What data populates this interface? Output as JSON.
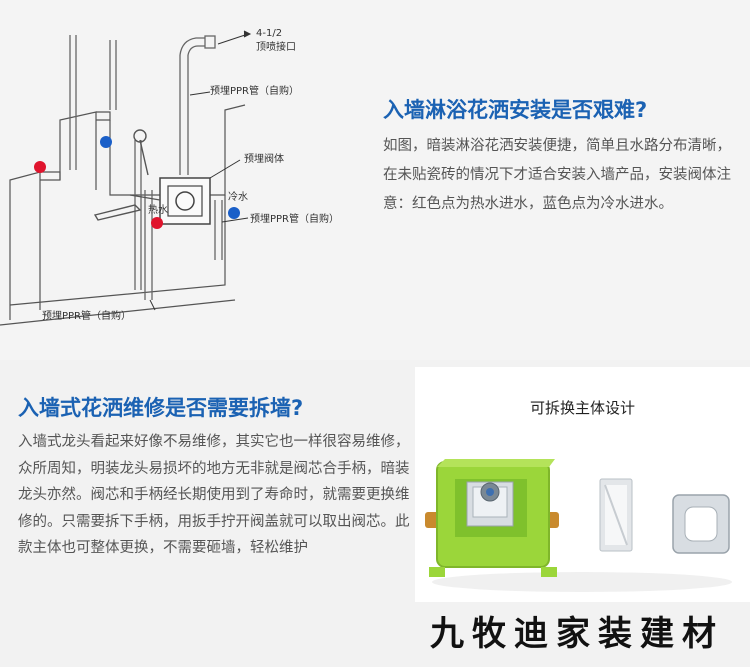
{
  "diagram": {
    "labels": {
      "top_port_size": "4-1/2",
      "top_port": "顶喷接口",
      "ppr_pipe_top": "预埋PPR管（自购）",
      "valve_body": "预埋阀体",
      "cold_water": "冷水",
      "hot_water": "热水",
      "ppr_pipe_right": "预埋PPR管（自购）",
      "ppr_pipe_bottom": "预埋PPR管（自购）"
    },
    "colors": {
      "hot": "#e0142d",
      "cold": "#1a5fc8",
      "line": "#555555"
    }
  },
  "section_install": {
    "title": "入墙淋浴花洒安装是否艰难?",
    "body": "如图，暗装淋浴花洒安装便捷，简单且水路分布清晰，在未贴瓷砖的情况下才适合安装入墙产品，安装阀体注意：红色点为热水进水，蓝色点为冷水进水。"
  },
  "section_repair": {
    "title": "入墙式花洒维修是否需要拆墙?",
    "body": "入墙式龙头看起来好像不易维修，其实它也一样很容易维修，众所周知，明装龙头易损坏的地方无非就是阀芯合手柄，暗装龙头亦然。阀芯和手柄经长期使用到了寿命时，就需要更换维修的。只需要拆下手柄，用扳手拧开阀盖就可以取出阀芯。此款主体也可整体更换，不需要砸墙，轻松维护"
  },
  "photo": {
    "caption": "可拆换主体设计",
    "colors": {
      "valve_box": "#9bd63a",
      "chrome": "#d8dde2",
      "brass": "#c98a2e"
    }
  },
  "brand": {
    "name": "九牧迪家装建材"
  },
  "theme": {
    "title_color": "#1b62b3",
    "text_color": "#555555"
  }
}
